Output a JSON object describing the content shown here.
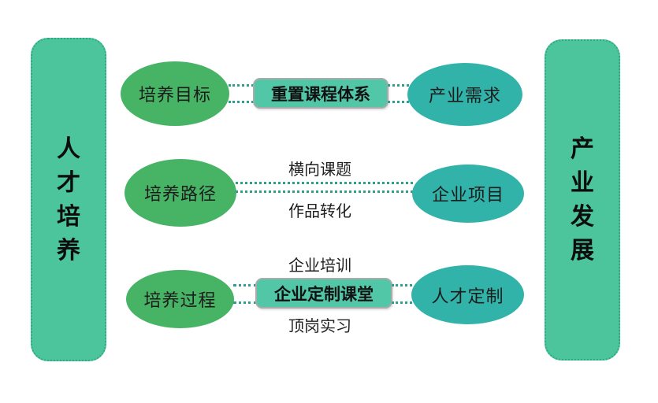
{
  "diagram": {
    "left_bar": {
      "label": "人才培养"
    },
    "right_bar": {
      "label": "产业发展"
    },
    "rows": [
      {
        "left_ellipse": "培养目标",
        "center_box": "重置课程体系",
        "right_ellipse": "产业需求"
      },
      {
        "left_ellipse": "培养路径",
        "top_label": "横向课题",
        "bottom_label": "作品转化",
        "right_ellipse": "企业项目"
      },
      {
        "left_ellipse": "培养过程",
        "top_label": "企业培训",
        "center_box": "企业定制课堂",
        "bottom_label": "顶岗实习",
        "right_ellipse": "人才定制"
      }
    ],
    "colors": {
      "pillar_fill": "#4cc49c",
      "pillar_border": "#2aab85",
      "green_ellipse_fill": "#47b365",
      "teal_ellipse_fill": "#31b3a9",
      "box_fill": "#52c7a7",
      "box_border": "#ababab",
      "connector": "#2d9f8d",
      "text": "#111111"
    }
  }
}
